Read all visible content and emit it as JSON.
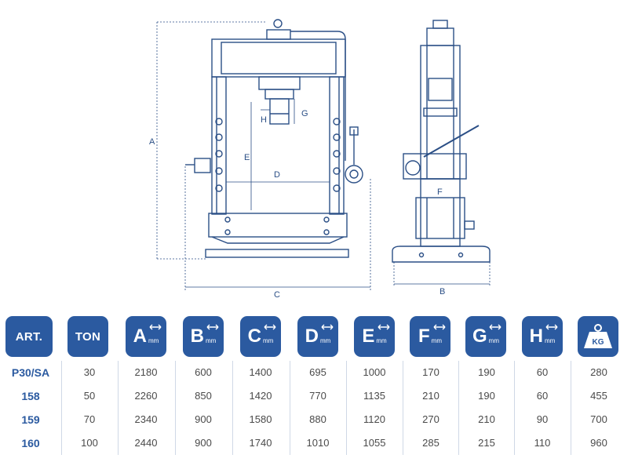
{
  "labels": {
    "A": "A",
    "B": "B",
    "C": "C",
    "D": "D",
    "E": "E",
    "F": "F",
    "G": "G",
    "H": "H"
  },
  "table": {
    "columns": [
      {
        "key": "art",
        "label": "ART.",
        "letter": "",
        "unit": "",
        "icon": ""
      },
      {
        "key": "ton",
        "label": "TON",
        "letter": "",
        "unit": "",
        "icon": ""
      },
      {
        "key": "a",
        "label": "",
        "letter": "A",
        "unit": "mm",
        "icon": "double-arrow-icon"
      },
      {
        "key": "b",
        "label": "",
        "letter": "B",
        "unit": "mm",
        "icon": "double-arrow-icon"
      },
      {
        "key": "c",
        "label": "",
        "letter": "C",
        "unit": "mm",
        "icon": "double-arrow-icon"
      },
      {
        "key": "d",
        "label": "",
        "letter": "D",
        "unit": "mm",
        "icon": "double-arrow-icon"
      },
      {
        "key": "e",
        "label": "",
        "letter": "E",
        "unit": "mm",
        "icon": "double-arrow-icon"
      },
      {
        "key": "f",
        "label": "",
        "letter": "F",
        "unit": "mm",
        "icon": "double-arrow-icon"
      },
      {
        "key": "g",
        "label": "",
        "letter": "G",
        "unit": "mm",
        "icon": "double-arrow-icon"
      },
      {
        "key": "h",
        "label": "",
        "letter": "H",
        "unit": "mm",
        "icon": "double-arrow-icon"
      },
      {
        "key": "kg",
        "label": "KG",
        "letter": "",
        "unit": "",
        "icon": "weight-icon"
      }
    ],
    "rows": [
      {
        "art": "P30/SA",
        "ton": "30",
        "a": "2180",
        "b": "600",
        "c": "1400",
        "d": "695",
        "e": "1000",
        "f": "170",
        "g": "190",
        "h": "60",
        "kg": "280"
      },
      {
        "art": "158",
        "ton": "50",
        "a": "2260",
        "b": "850",
        "c": "1420",
        "d": "770",
        "e": "1135",
        "f": "210",
        "g": "190",
        "h": "60",
        "kg": "455"
      },
      {
        "art": "159",
        "ton": "70",
        "a": "2340",
        "b": "900",
        "c": "1580",
        "d": "880",
        "e": "1120",
        "f": "270",
        "g": "210",
        "h": "90",
        "kg": "700"
      },
      {
        "art": "160",
        "ton": "100",
        "a": "2440",
        "b": "900",
        "c": "1740",
        "d": "1010",
        "e": "1055",
        "f": "285",
        "g": "215",
        "h": "110",
        "kg": "960"
      }
    ]
  },
  "colors": {
    "accent": "#2b5aa0",
    "line": "#2b4f86",
    "text": "#4a4a4a"
  }
}
